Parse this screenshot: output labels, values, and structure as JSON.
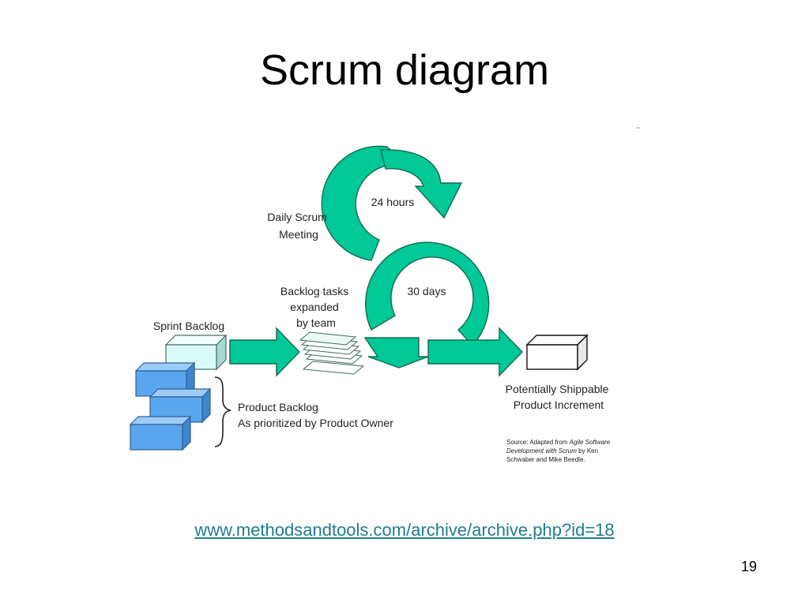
{
  "slide": {
    "title": "Scrum diagram",
    "link": "www.methodsandtools.com/archive/archive.php?id=18",
    "page_number": "19"
  },
  "diagram": {
    "daily_scrum": [
      "Daily Scrum",
      "Meeting"
    ],
    "hours_label": "24 hours",
    "days_label": "30 days",
    "backlog_tasks": [
      "Backlog tasks",
      "expanded",
      "by team"
    ],
    "sprint_backlog": "Sprint Backlog",
    "product_backlog": [
      "Product Backlog",
      "As prioritized by Product Owner"
    ],
    "increment": [
      "Potentially Shippable",
      "Product Increment"
    ],
    "source_note": {
      "prefix": "Source: Adapted from ",
      "book_line1": "Agile Software",
      "book_line2": "Development with Scrum",
      "suffix_line2": " by Ken",
      "line3": "Schwaber and Mike Beedle."
    }
  },
  "colors": {
    "cycle_green": "#00c896",
    "backlog_blue": "#5aa6ee",
    "sprint_cyan": "#d8fbf8"
  }
}
